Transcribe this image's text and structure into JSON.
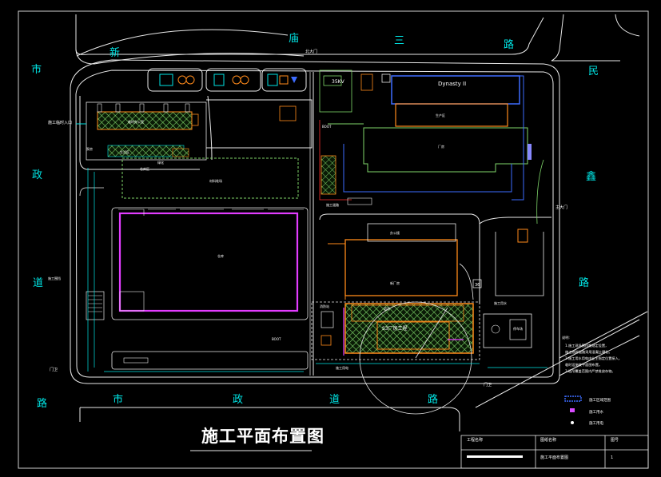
{
  "drawing": {
    "title": "施工平面布置图"
  },
  "roads": {
    "north": [
      "新",
      "庙",
      "三",
      "路"
    ],
    "east": [
      "民",
      "鑫",
      "路"
    ],
    "west": [
      "市",
      "政",
      "道"
    ],
    "south": [
      "路",
      "市",
      "政",
      "道",
      "路"
    ]
  },
  "gates": {
    "north_gate": "北大门",
    "main_gate": "主大门",
    "west_gate": "门卫",
    "southeast_gate": "门卫",
    "construction_entrance": "施工临时入口"
  },
  "buildings": {
    "dynasty": "Dynasty II",
    "substation": "35KV",
    "big_plant": "厂房",
    "warehouse": "仓库",
    "new_plant": "新厂房",
    "office": "办公楼",
    "project_zone": "S3厂房工程",
    "area_b": "生产区",
    "parking": "停车场"
  },
  "labels": {
    "temp_office": "临时办公室",
    "material_yard": "材料堆场",
    "storage": "仓库区",
    "green_area": "绿化",
    "dorm": "生活区",
    "fire_station": "消防站",
    "pump": "泵房",
    "boot": "BOOT",
    "site_boundary": "施工围挡",
    "water_pipe": "施工用水",
    "power_line": "施工用电",
    "crane": "塔吊",
    "road_label": "施工道路",
    "label_36": "36"
  },
  "notes": {
    "heading": "说明:",
    "lines": [
      "1.施工现场围挡按规定设置，",
      "  施工临时道路采用混凝土硬化。",
      "2.施工用水用电由业主指定位置接入，",
      "  临时设施按平面图布置。",
      "3.塔吊覆盖范围内严禁堆放杂物。"
    ]
  },
  "legend": [
    {
      "label": "施工区域范围",
      "color": "#3d6cff"
    },
    {
      "label": "施工用水",
      "color": "#d84cff"
    },
    {
      "label": "施工用电",
      "color": "#ffffff"
    }
  ],
  "title_block": {
    "project_label": "工程名称",
    "drawing_label": "图纸名称",
    "drawing_name": "施工平面布置图",
    "number_label": "图号",
    "number_value": "1"
  },
  "colors": {
    "road": "#e8e8e8",
    "cyan": "#00e5e5",
    "green_hatch": "#7fd66a",
    "magenta": "#e23cff",
    "orange": "#ff8a1a",
    "blue": "#3d6cff",
    "red": "#ff3030",
    "yellow": "#f0e000"
  }
}
